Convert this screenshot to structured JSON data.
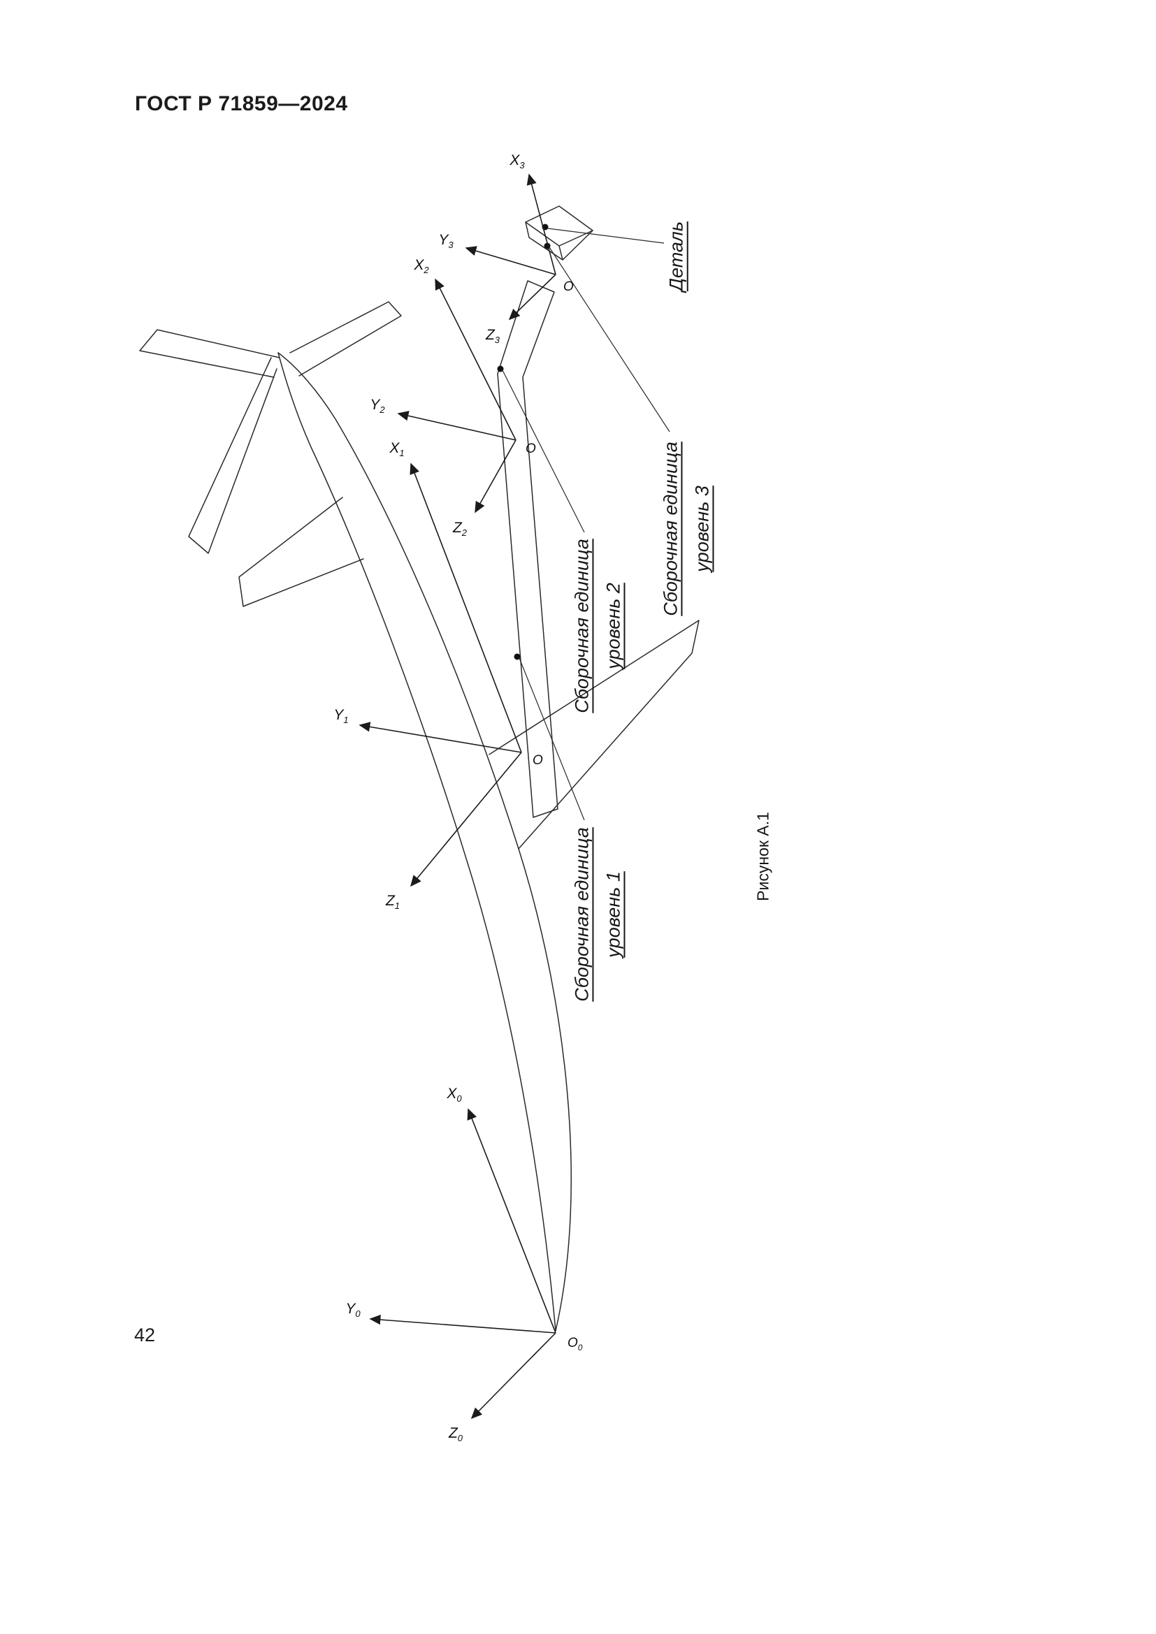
{
  "page": {
    "header": "ГОСТ Р 71859—2024",
    "number": "42",
    "figure_caption": "Рисунок А.1"
  },
  "callouts": {
    "detail": "Деталь",
    "assembly_line": "Сборочная единица",
    "level_1": "уровень 1",
    "level_2": "уровень 2",
    "level_3": "уровень 3"
  },
  "coordinate_systems": [
    {
      "id": "aircraft",
      "x": "X",
      "y": "Y",
      "z": "Z",
      "o": "O",
      "sub": "0"
    },
    {
      "id": "assembly-level-1",
      "x": "X",
      "y": "Y",
      "z": "Z",
      "o": "O",
      "sub": "1"
    },
    {
      "id": "assembly-level-2",
      "x": "X",
      "y": "Y",
      "z": "Z",
      "o": "O",
      "sub": "2"
    },
    {
      "id": "assembly-level-3",
      "x": "X",
      "y": "Y",
      "z": "Z",
      "o": "O",
      "sub": "3"
    }
  ],
  "colors": {
    "ink": "#1b1b1b",
    "paper": "#ffffff"
  }
}
